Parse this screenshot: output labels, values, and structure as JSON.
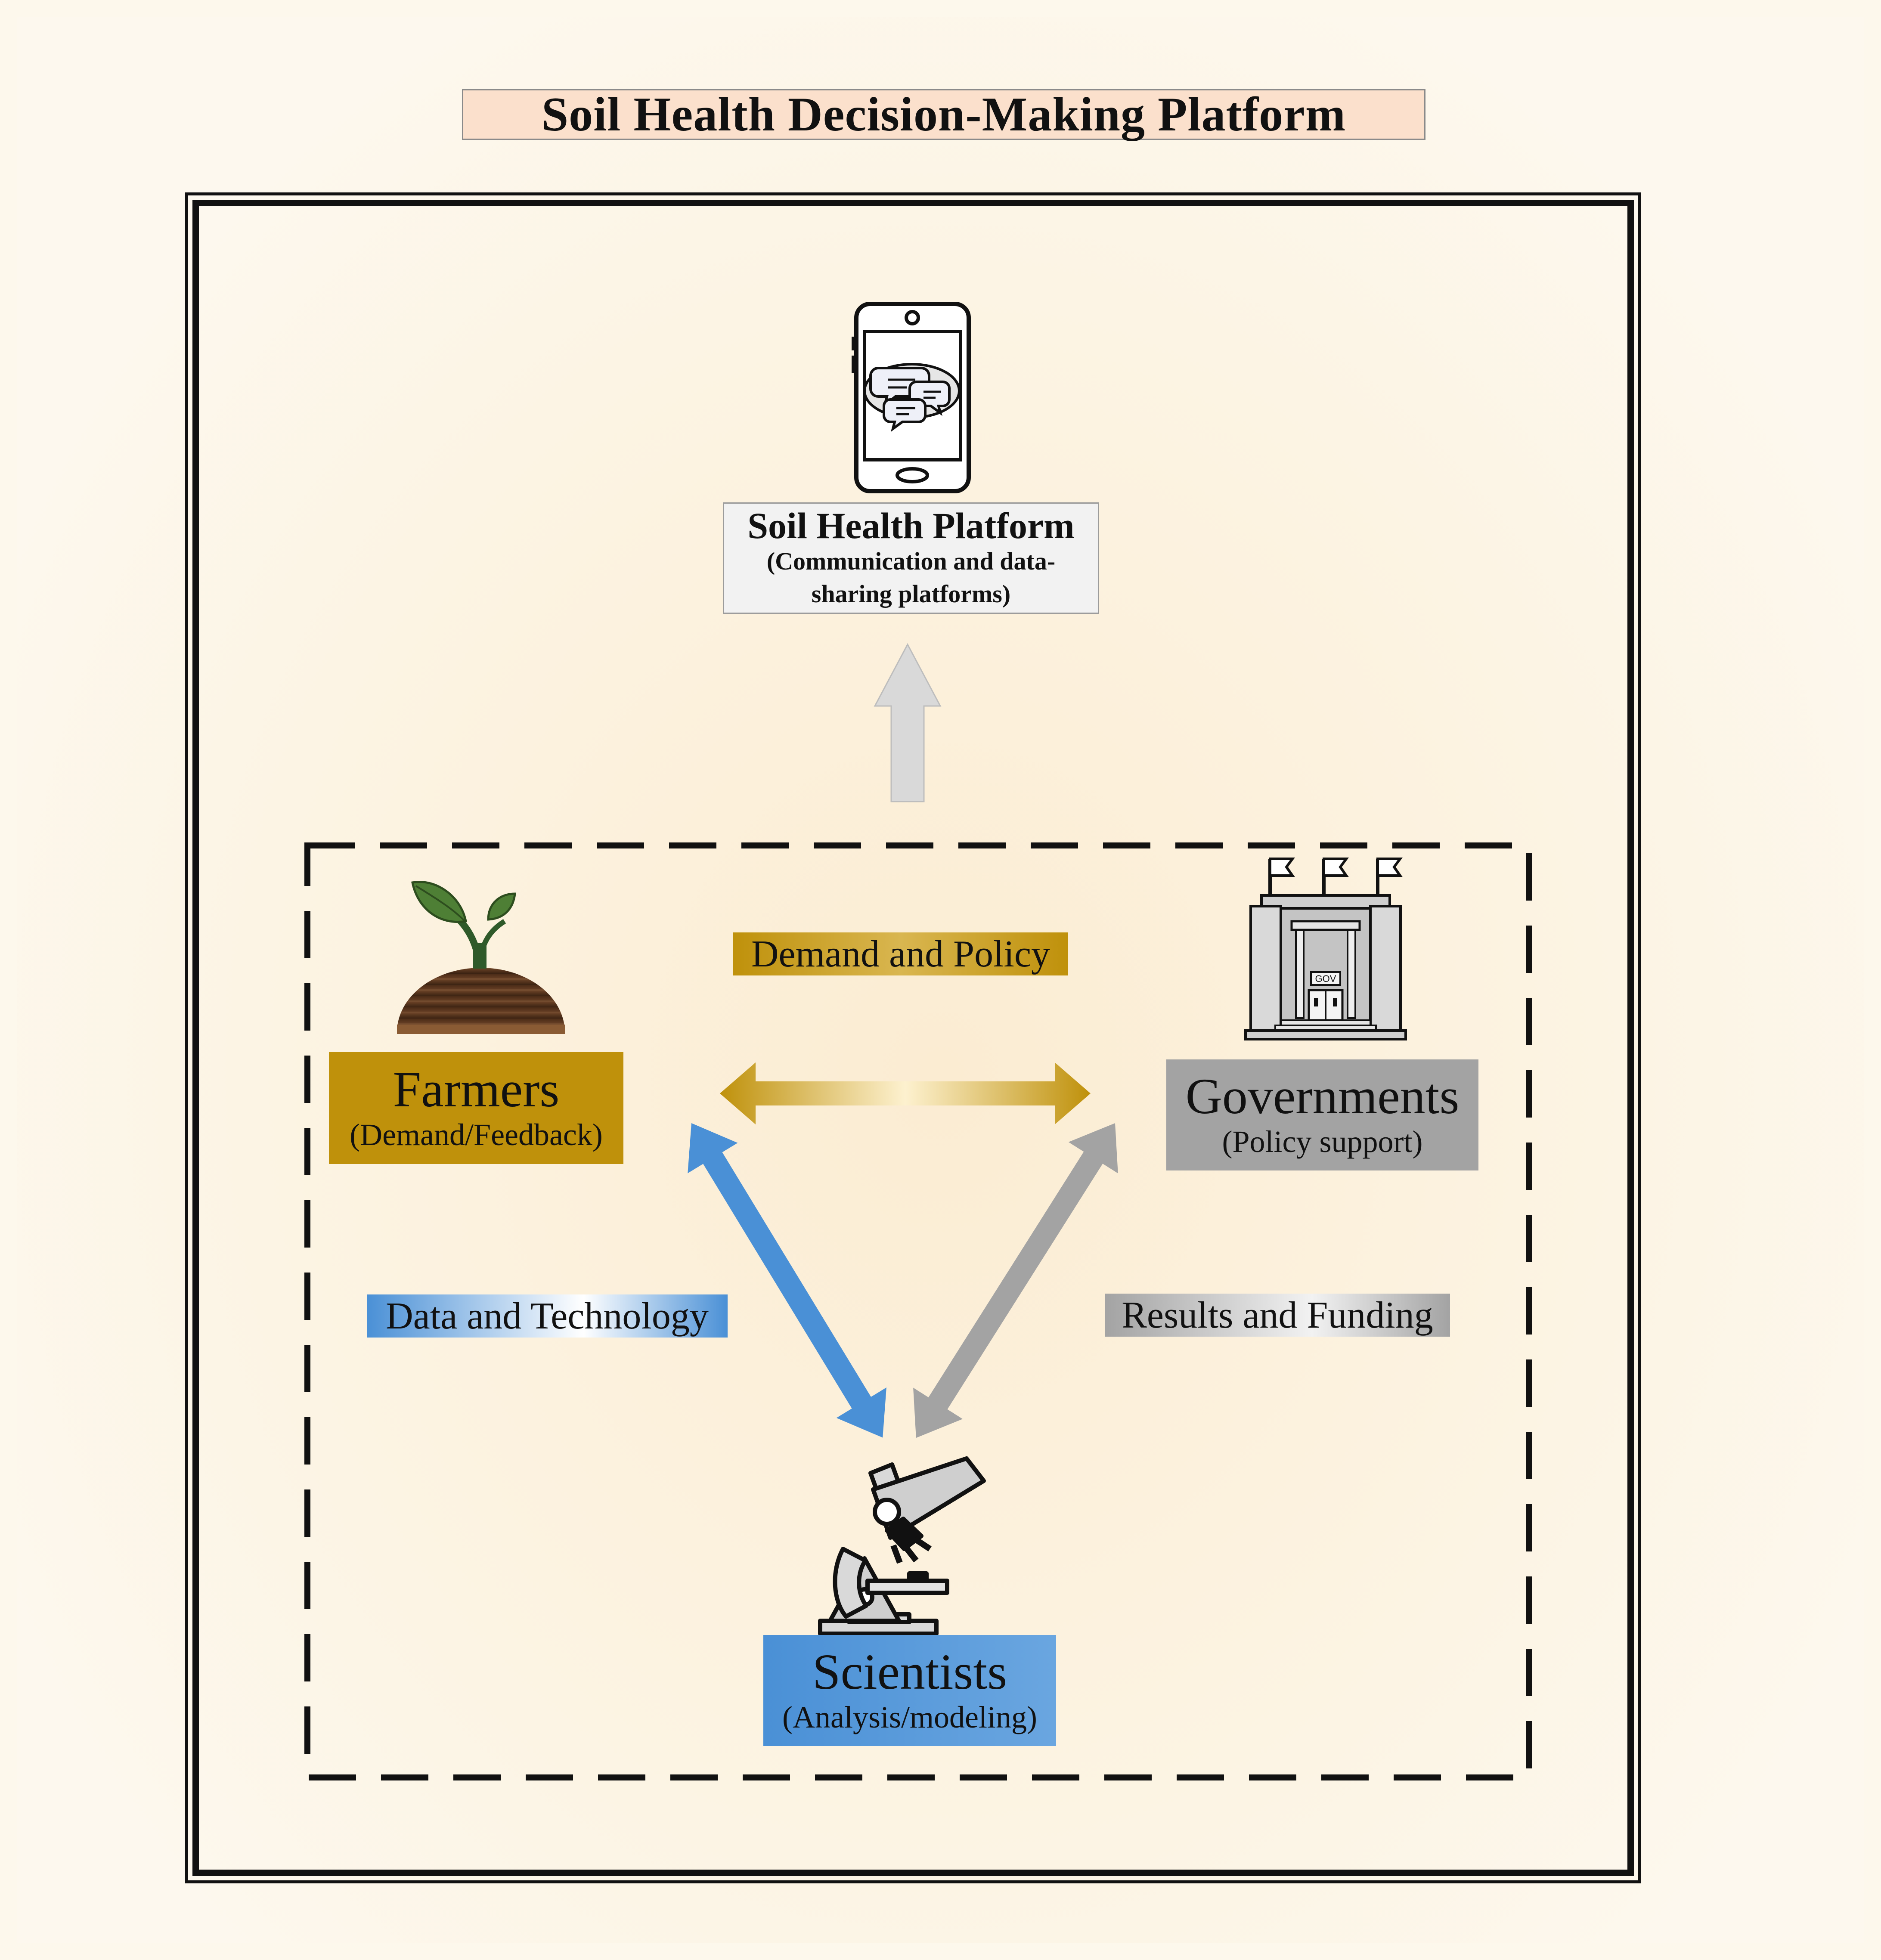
{
  "title": "Soil Health Decision-Making Platform",
  "platform": {
    "name": "Soil Health Platform",
    "description": "(Communication and data-sharing platforms)",
    "icon": "smartphone-chat-icon"
  },
  "actors": {
    "farmers": {
      "name": "Farmers",
      "role": "(Demand/Feedback)",
      "icon": "seedling-soil-icon",
      "color": "#bf910b"
    },
    "governments": {
      "name": "Governments",
      "role": "(Policy support)",
      "icon": "government-building-icon",
      "color": "#a3a3a3"
    },
    "scientists": {
      "name": "Scientists",
      "role": "(Analysis/modeling)",
      "icon": "microscope-icon",
      "color": "#4a90d6"
    }
  },
  "relations": {
    "farmers_governments": "Demand and Policy",
    "farmers_scientists": "Data and Technology",
    "governments_scientists": "Results and Funding"
  },
  "gov_sign": "GOV"
}
